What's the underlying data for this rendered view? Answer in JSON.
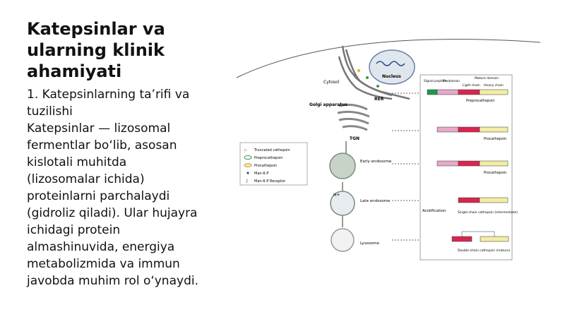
{
  "slide": {
    "title": "Katepsinlar va ularning klinik ahamiyati",
    "subtitle": "1. Katepsinlarning ta’rifi va tuzilishi",
    "body": "Katepsinlar — lizosomal fermentlar bo‘lib, asosan kislotali muhitda (lizosomalar ichida) proteinlarni parchalaydi (gidroliz qiladi). Ular hujayra ichidagi protein almashinuvida, energiya metabolizmida va immun javobda muhim rol o‘ynaydi."
  },
  "figure": {
    "labels": {
      "nucleus": "Nucleus",
      "cytosol": "Cytosol",
      "rer": "RER",
      "golgi": "Golgi apparatus",
      "tgn": "TGN",
      "early_endosome": "Early endosome",
      "late_endosome": "Late endosome",
      "lysosome": "Lysosome",
      "h_plus": "H+",
      "acidification": "Acidification"
    },
    "legend": [
      {
        "label": "Truncated cathepsin"
      },
      {
        "label": "Preprocathepsin"
      },
      {
        "label": "Procathepsin"
      },
      {
        "label": "Man-6-P"
      },
      {
        "label": "Man-6-P Receptor"
      }
    ],
    "domain_header": {
      "signal_peptide": "Signal peptide",
      "prodomain": "Prodomain",
      "mature_domain": "Mature domain",
      "light_chain": "Light chain",
      "heavy_chain": "Heavy chain"
    },
    "stages": [
      "Preprocathepsin",
      "Procathepsin",
      "Procathepsin",
      "Single-chain cathepsin (intermediate)",
      "Double-chain cathepsin (mature)"
    ],
    "colors": {
      "signal": "#1a9a4a",
      "prodomain": "#e8a8c8",
      "light": "#d9264f",
      "heavy": "#f3eda5"
    }
  }
}
